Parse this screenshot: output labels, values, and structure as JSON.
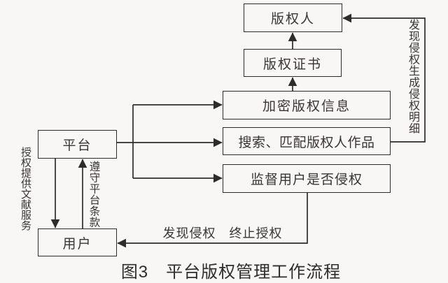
{
  "diagram": {
    "caption": "图3　平台版权管理工作流程",
    "nodes": {
      "copyright_holder": "版权人",
      "copyright_certificate": "版权证书",
      "encrypt_copyright_info": "加密版权信息",
      "search_match_works": "搜索、匹配版权人作品",
      "monitor_user_infringement": "监督用户是否侵权",
      "platform": "平台",
      "user": "用户"
    },
    "edge_labels": {
      "authorize_literature_service": "授权提供文献服务",
      "comply_platform_terms": "遵守平台条款",
      "infringement_generates_detail": "发现侵权生成侵权明细",
      "terminate_authorization": "发现侵权　终止授权"
    },
    "colors": {
      "background": "#f8f7f5",
      "line": "#2e2c2a",
      "text": "#383533"
    }
  }
}
